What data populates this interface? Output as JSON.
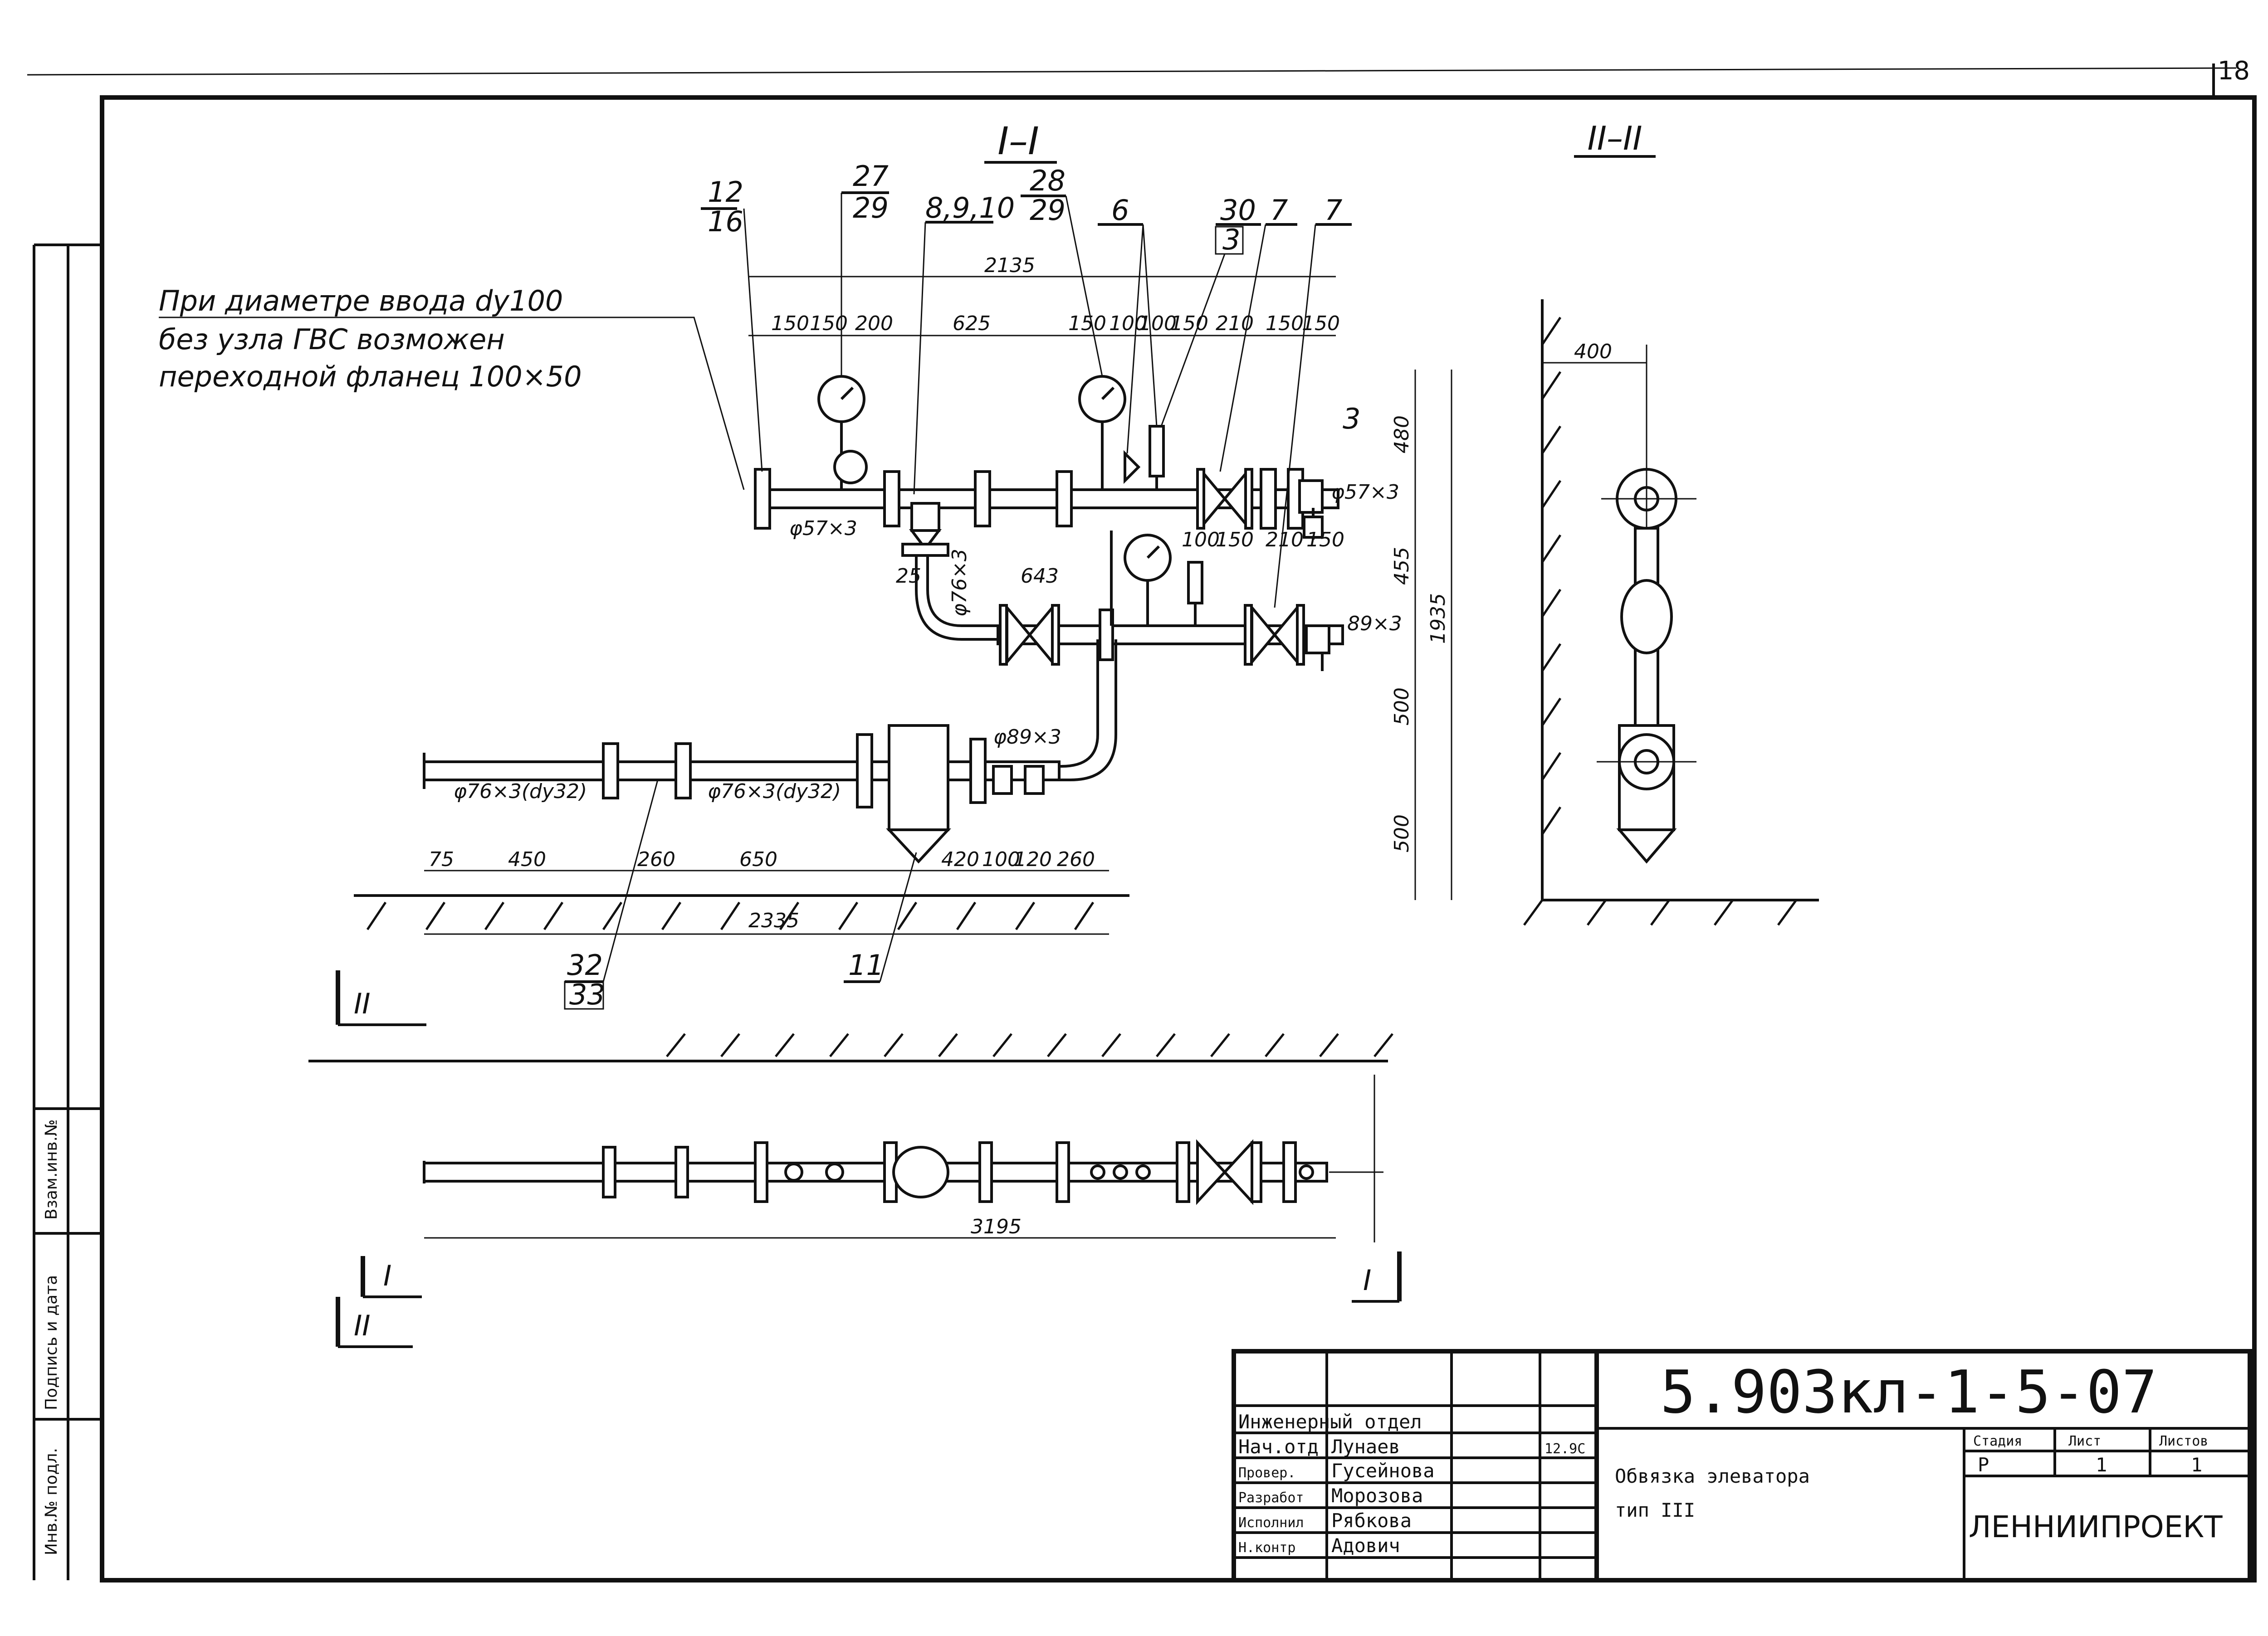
{
  "sheet": {
    "page_number": "18",
    "designation": "5.903кл-1-5-07",
    "title_line1": "Обвязка элеватора",
    "title_line2": "тип III",
    "organization": "ЛЕННИИПРОЕКТ",
    "department": "Инженерный отдел",
    "stage_label": "Стадия",
    "stage_value": "Р",
    "sheet_label": "Лист",
    "sheet_value": "1",
    "sheets_label": "Листов",
    "sheets_value": "1",
    "date": "12.9С",
    "roles": [
      {
        "role": "Нач.отд",
        "name": "Лунаев"
      },
      {
        "role": "Провер.",
        "name": "Гусейнова"
      },
      {
        "role": "Разработ",
        "name": "Морозова"
      },
      {
        "role": "Исполнил",
        "name": "Рябкова"
      },
      {
        "role": "Н.контр",
        "name": "Адович"
      }
    ],
    "side_stamp": [
      "Инв.№ подл.",
      "Подпись и дата",
      "Взам.инв.№"
    ]
  },
  "sections": {
    "section1": "I–I",
    "section2": "II–II",
    "cut1": "I",
    "cut2": "II"
  },
  "note": {
    "line1": "При диаметре  ввода  dу100",
    "line2": "без узла  ГВС  возможен",
    "line3": "переходной  фланец    100×50"
  },
  "callouts": {
    "c12_16_top": "12",
    "c12_16_bot": "16",
    "c27_29_top": "27",
    "c27_29_bot": "29",
    "c8910": "8,9,10",
    "c28_29_top": "28",
    "c28_29_bot": "29",
    "c6": "6",
    "c30_3_top": "30",
    "c30_3_bot": "3",
    "c7a": "7",
    "c7b": "7",
    "c3": "3",
    "c32_33_top": "32",
    "c32_33_bot": "33",
    "c11": "11"
  },
  "dims": {
    "d2135": "2135",
    "d150a": "150",
    "d150b": "150",
    "d200": "200",
    "d625": "625",
    "d150c": "150",
    "d100a": "100",
    "d100b": "100",
    "d150d": "150",
    "d210a": "210",
    "d150e": "150",
    "d150f": "150",
    "d480": "480",
    "d455": "455",
    "d1935": "1935",
    "d500a": "500",
    "d500b": "500",
    "d400": "400",
    "p57a": "φ57×3",
    "p57b": "φ57×3",
    "p76a": "φ76×3",
    "p89a": "89×3",
    "p89b": "φ89×3",
    "d25": "25",
    "d643": "643",
    "d150g": "150",
    "d210b": "210",
    "d150h": "150",
    "d100c": "100",
    "p76dy_a": "φ76×3(dу32)",
    "p76dy_b": "φ76×3(dу32)",
    "d75": "75",
    "d450": "450",
    "d260a": "260",
    "d650": "650",
    "d420": "420",
    "d100d": "100",
    "d120": "120",
    "d260b": "260",
    "d2335": "2335",
    "d3195": "3195"
  }
}
